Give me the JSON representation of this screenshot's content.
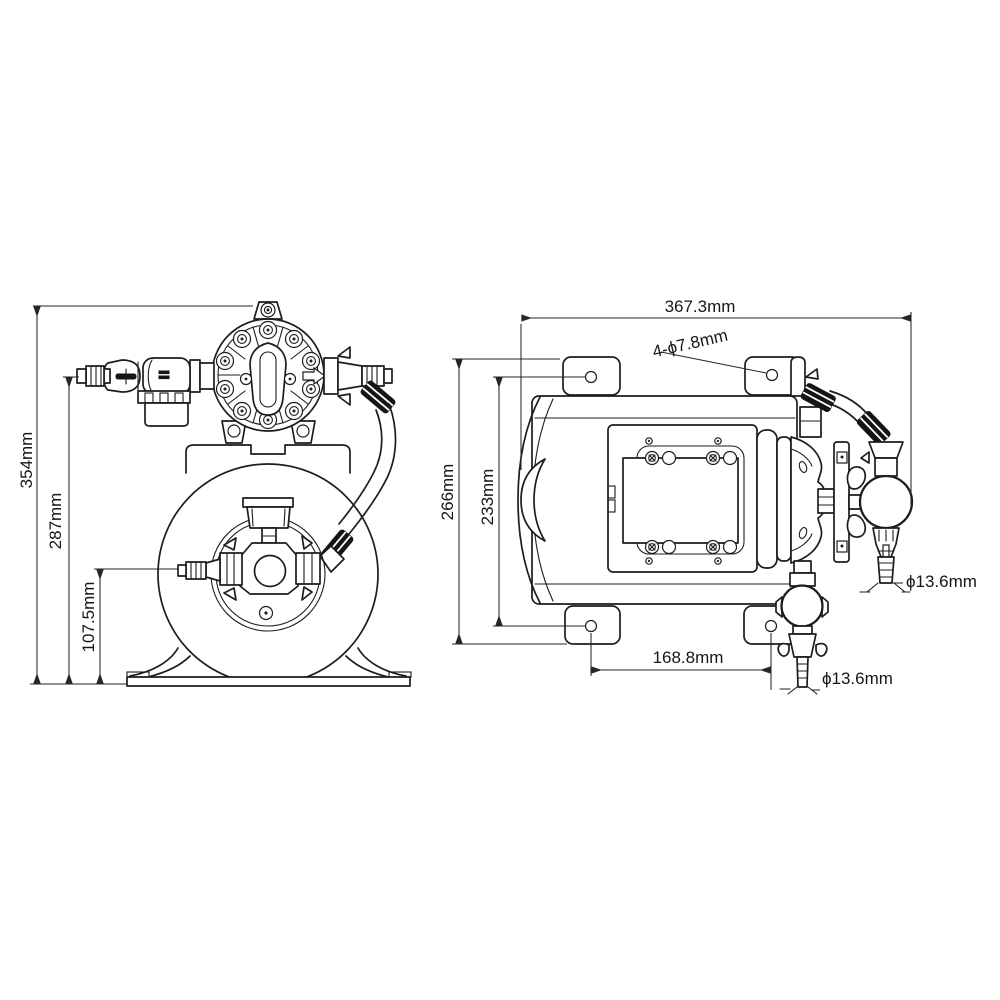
{
  "drawing": {
    "kind": "technical-dimension-drawing",
    "subject": "water pressure pump with accumulator tank, two orthographic views",
    "colors": {
      "line": "#1d1d1d",
      "background": "#ffffff",
      "dimension": "#262626"
    },
    "front_view": {
      "dims": {
        "overall_height": "354mm",
        "inlet_height": "287mm",
        "port_height": "107.5mm"
      }
    },
    "top_view": {
      "dims": {
        "overall_length": "367.3mm",
        "mounting_holes": "4-ϕ7.8mm",
        "overall_width": "266mm",
        "hole_span_width": "233mm",
        "hole_spacing_length": "168.8mm",
        "side_outlet_barb": "ϕ13.6mm",
        "bottom_outlet_barb": "ϕ13.6mm"
      }
    }
  }
}
